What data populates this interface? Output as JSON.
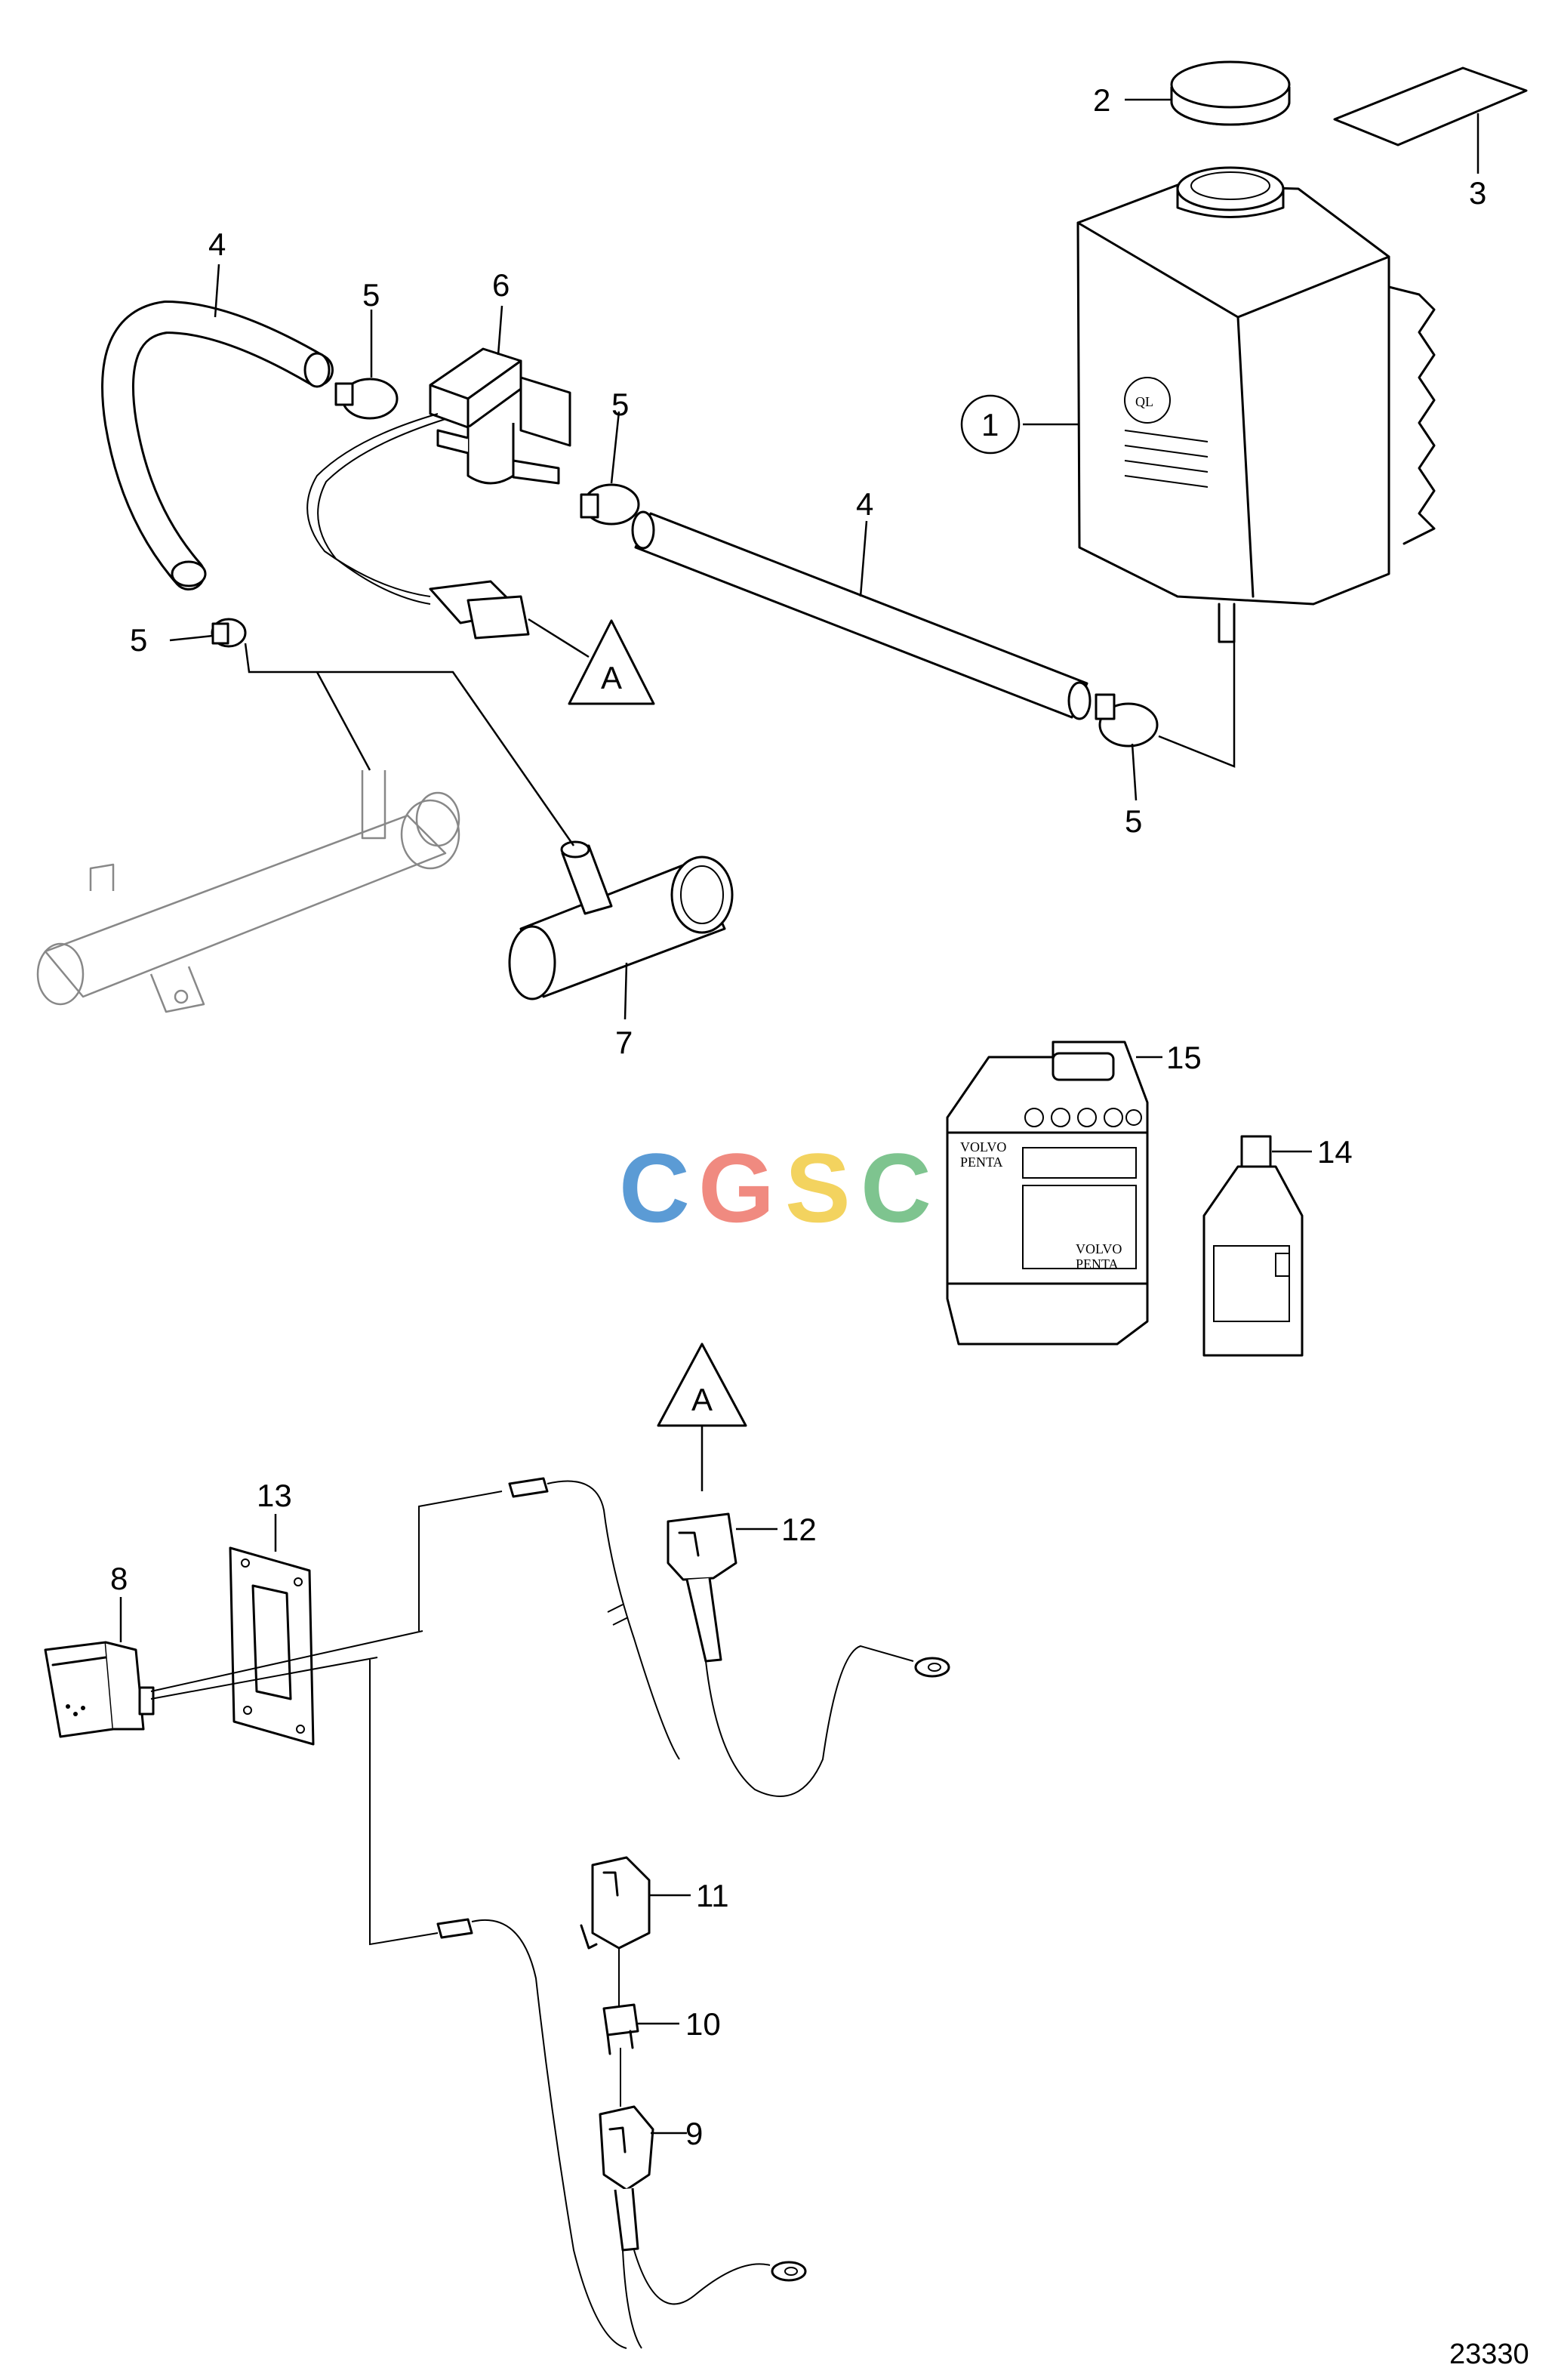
{
  "callouts": {
    "c1": "1",
    "c2": "2",
    "c3": "3",
    "c4a": "4",
    "c4b": "4",
    "c5a": "5",
    "c5b": "5",
    "c5c": "5",
    "c5d": "5",
    "c6": "6",
    "c7": "7",
    "c8": "8",
    "c9": "9",
    "c10": "10",
    "c11": "11",
    "c12": "12",
    "c13": "13",
    "c14": "14",
    "c15": "15"
  },
  "connectors": {
    "upper": "A",
    "lower": "A"
  },
  "watermark": {
    "letters": [
      "C",
      "G",
      "S",
      "C"
    ],
    "colors": [
      "#5b9bd5",
      "#f08a80",
      "#f3d35f",
      "#7ec48f"
    ]
  },
  "drawing_number": "23330",
  "brand_text": {
    "can_line1": "VOLVO",
    "can_line2": "PENTA",
    "can_side1": "VOLVO",
    "can_side2": "PENTA"
  }
}
